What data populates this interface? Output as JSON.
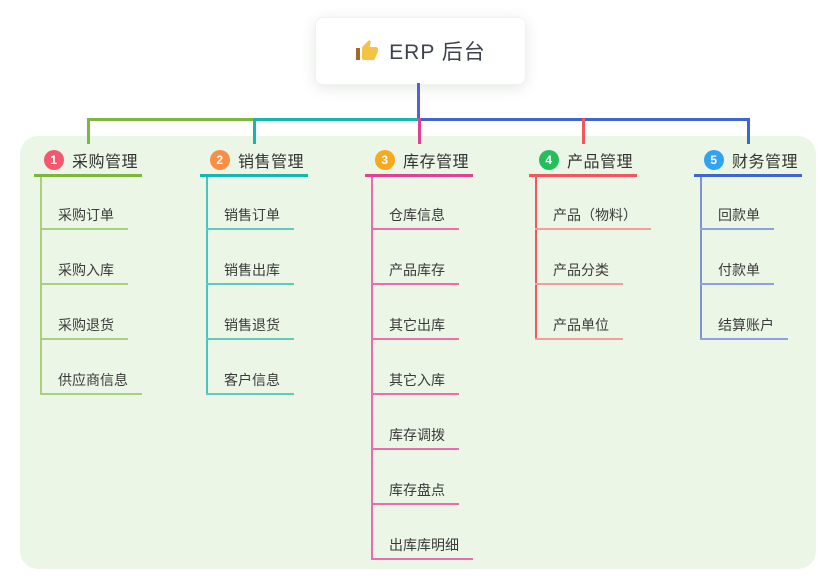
{
  "canvas": {
    "page_bg": "#ffffff",
    "panel_bg": "#ecf6e7"
  },
  "root": {
    "label": "ERP 后台",
    "icon": "thumbs-up-icon",
    "line_color": "#5362d4"
  },
  "branches": [
    {
      "badge": "1",
      "title": "采购管理",
      "badge_color": "#f4586e",
      "line_color": "#7db73d",
      "trunk_color": "#a8d07e",
      "child_line_color": "#a8d07e",
      "children": [
        "采购订单",
        "采购入库",
        "采购退货",
        "供应商信息"
      ]
    },
    {
      "badge": "2",
      "title": "销售管理",
      "badge_color": "#f98e44",
      "line_color": "#12b7ae",
      "trunk_color": "#49c3bb",
      "child_line_color": "#5fc9c2",
      "children": [
        "销售订单",
        "销售出库",
        "销售退货",
        "客户信息"
      ]
    },
    {
      "badge": "3",
      "title": "库存管理",
      "badge_color": "#f9a91e",
      "line_color": "#e24092",
      "trunk_color": "#ee6bad",
      "child_line_color": "#ee6bad",
      "children": [
        "仓库信息",
        "产品库存",
        "其它出库",
        "其它入库",
        "库存调拨",
        "库存盘点",
        "出库库明细"
      ]
    },
    {
      "badge": "4",
      "title": "产品管理",
      "badge_color": "#22bf5b",
      "line_color": "#f4545c",
      "trunk_color": "#f4545c",
      "child_line_color": "#f59d9d",
      "children": [
        "产品（物料）",
        "产品分类",
        "产品单位"
      ]
    },
    {
      "badge": "5",
      "title": "财务管理",
      "badge_color": "#30a4f0",
      "line_color": "#3f66cf",
      "trunk_color": "#7b93d8",
      "child_line_color": "#8ba2de",
      "children": [
        "回款单",
        "付款单",
        "结算账户"
      ]
    }
  ]
}
